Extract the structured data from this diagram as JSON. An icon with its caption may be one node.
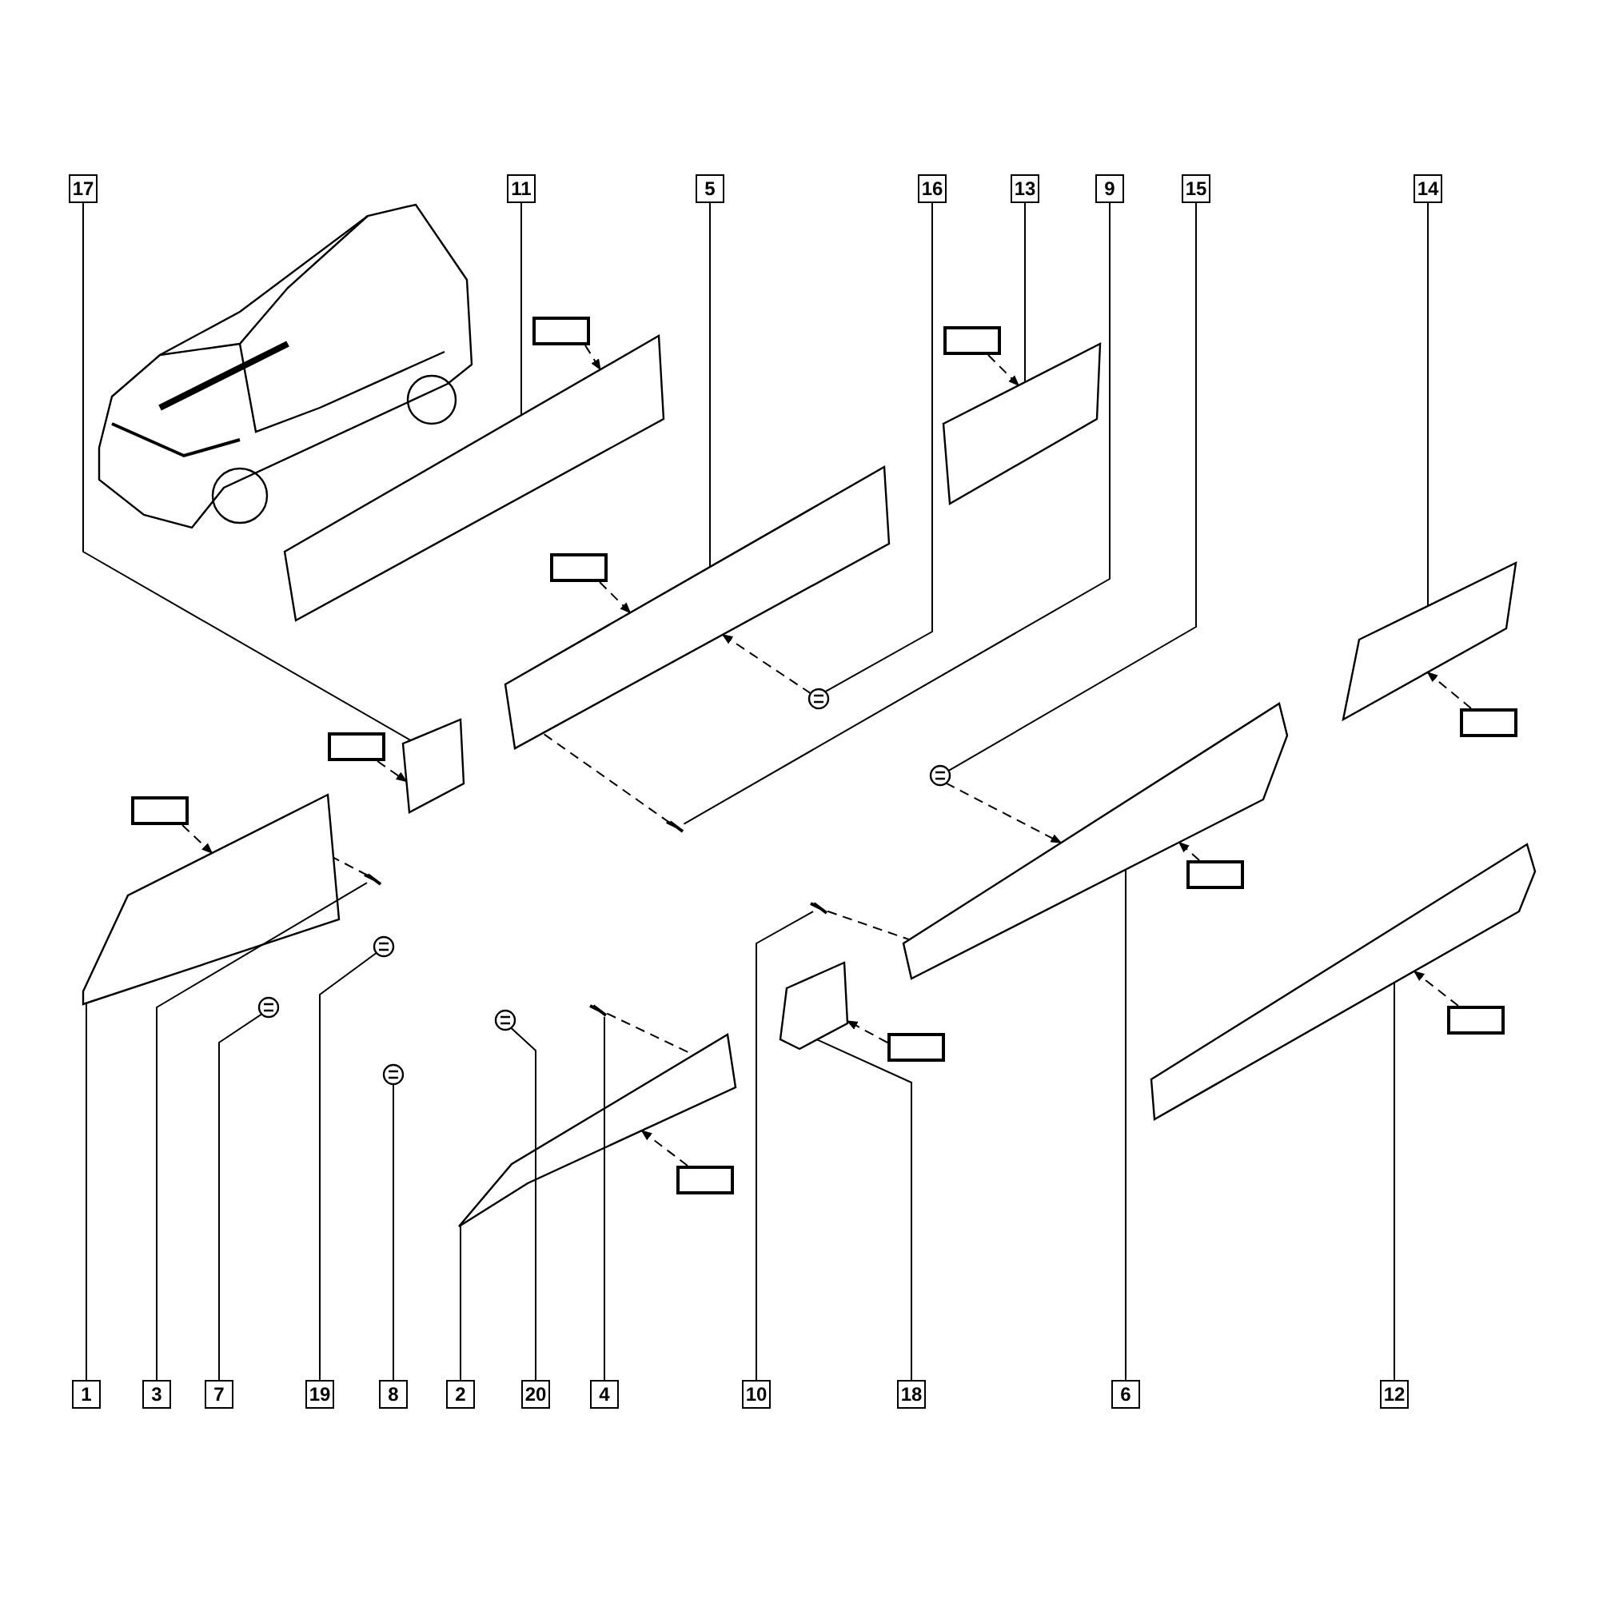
{
  "diagram": {
    "nodes": [
      {
        "text": [
          "17"
        ]
      },
      {
        "text": [
          "11"
        ]
      },
      {
        "text": [
          "5"
        ]
      },
      {
        "text": [
          "16"
        ]
      },
      {
        "text": [
          "13"
        ]
      },
      {
        "text": [
          "9"
        ]
      },
      {
        "text": [
          "15"
        ]
      },
      {
        "text": [
          "14"
        ]
      },
      {
        "text": [
          "1"
        ]
      },
      {
        "text": [
          "3"
        ]
      },
      {
        "text": [
          "7"
        ]
      },
      {
        "text": [
          "19"
        ]
      },
      {
        "text": [
          "8"
        ]
      },
      {
        "text": [
          "2"
        ]
      },
      {
        "text": [
          "20"
        ]
      },
      {
        "text": [
          "4"
        ]
      },
      {
        "text": [
          "10"
        ]
      },
      {
        "text": [
          "18"
        ]
      },
      {
        "text": [
          "6"
        ]
      },
      {
        "text": [
          "12"
        ]
      },
      {
        "text": [],
        "shape": "picture"
      },
      {
        "text": [],
        "shape": "picture"
      },
      {
        "text": [],
        "shape": "picture"
      },
      {
        "text": [],
        "shape": "picture"
      },
      {
        "text": [],
        "shape": "picture"
      },
      {
        "text": [],
        "shape": "picture"
      },
      {
        "text": [],
        "shape": "picture"
      },
      {
        "text": [],
        "shape": "picture"
      },
      {
        "text": [],
        "shape": "picture"
      },
      {
        "text": [],
        "shape": "picture"
      },
      {
        "text": [],
        "shape": "picture"
      },
      {
        "text": [],
        "shape": "picture"
      },
      {
        "text": [],
        "shape": "picture"
      },
      {
        "text": [],
        "shape": "picture"
      },
      {
        "text": [],
        "shape": "picture"
      },
      {
        "text": [],
        "shape": "picture"
      },
      {
        "text": [],
        "shape": "picture"
      },
      {
        "text": [],
        "shape": "picture"
      },
      {
        "text": [],
        "shape": "picture"
      },
      {
        "text": [],
        "shape": "picture"
      },
      {
        "text": [],
        "shape": "box"
      },
      {
        "text": [],
        "shape": "box"
      },
      {
        "text": [],
        "shape": "box"
      },
      {
        "text": [],
        "shape": "box"
      },
      {
        "text": [],
        "shape": "box"
      },
      {
        "text": [],
        "shape": "box"
      },
      {
        "text": [],
        "shape": "box"
      },
      {
        "text": [],
        "shape": "box"
      },
      {
        "text": [],
        "shape": "box"
      },
      {
        "text": [],
        "shape": "box"
      }
    ],
    "edges": [
      {
        "from": 0,
        "to": 20,
        "arrow": "none"
      },
      {
        "from": 1,
        "to": 21,
        "arrow": "none"
      },
      {
        "from": 2,
        "to": 22,
        "arrow": "none"
      },
      {
        "from": 3,
        "to": 23,
        "arrow": "none"
      },
      {
        "from": 4,
        "to": 24,
        "arrow": "none"
      },
      {
        "from": 5,
        "to": 25,
        "arrow": "none"
      },
      {
        "from": 6,
        "to": 26,
        "arrow": "none"
      },
      {
        "from": 7,
        "to": 27,
        "arrow": "none"
      },
      {
        "from": 8,
        "to": 28,
        "arrow": "none"
      },
      {
        "from": 9,
        "to": 29,
        "arrow": "none"
      },
      {
        "from": 10,
        "to": 30,
        "arrow": "none"
      },
      {
        "from": 11,
        "to": 31,
        "arrow": "none"
      },
      {
        "from": 12,
        "to": 32,
        "arrow": "none"
      },
      {
        "from": 13,
        "to": 33,
        "arrow": "none"
      },
      {
        "from": 14,
        "to": 34,
        "arrow": "none"
      },
      {
        "from": 15,
        "to": 35,
        "arrow": "none"
      },
      {
        "from": 16,
        "to": 36,
        "arrow": "none"
      },
      {
        "from": 17,
        "to": 37,
        "arrow": "none"
      },
      {
        "from": 18,
        "to": 38,
        "arrow": "none"
      },
      {
        "from": 19,
        "to": 39,
        "arrow": "none"
      },
      {
        "from": 40,
        "to": 21,
        "arrow": "to",
        "style": "dashed"
      },
      {
        "from": 41,
        "to": 24,
        "arrow": "to",
        "style": "dashed"
      },
      {
        "from": 42,
        "to": 22,
        "arrow": "to",
        "style": "dashed"
      },
      {
        "from": 43,
        "to": 27,
        "arrow": "to",
        "style": "dashed"
      },
      {
        "from": 44,
        "to": 20,
        "arrow": "to",
        "style": "dashed"
      },
      {
        "from": 45,
        "to": 28,
        "arrow": "to",
        "style": "dashed"
      },
      {
        "from": 46,
        "to": 38,
        "arrow": "to",
        "style": "dashed"
      },
      {
        "from": 47,
        "to": 39,
        "arrow": "to",
        "style": "dashed"
      },
      {
        "from": 48,
        "to": 37,
        "arrow": "to",
        "style": "dashed"
      },
      {
        "from": 49,
        "to": 33,
        "arrow": "to",
        "style": "dashed"
      },
      {
        "from": 25,
        "to": 22,
        "arrow": "none",
        "style": "dashed"
      },
      {
        "from": 23,
        "to": 22,
        "arrow": "to",
        "style": "dashed"
      },
      {
        "from": 26,
        "to": 38,
        "arrow": "to",
        "style": "dashed"
      },
      {
        "from": 29,
        "to": 28,
        "arrow": "none",
        "style": "dashed"
      },
      {
        "from": 35,
        "to": 33,
        "arrow": "none",
        "style": "dashed"
      },
      {
        "from": 36,
        "to": 38,
        "arrow": "none",
        "style": "dashed"
      }
    ]
  }
}
